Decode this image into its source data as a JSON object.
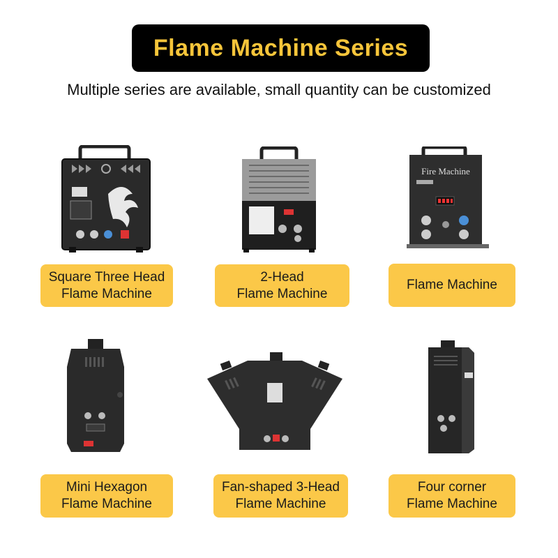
{
  "header": {
    "title": "Flame Machine Series",
    "subtitle": "Multiple series are available, small quantity can be customized"
  },
  "products": [
    {
      "label": "Square Three Head\nFlame Machine",
      "icon": "square-three-head-machine-icon"
    },
    {
      "label": "2-Head\nFlame Machine",
      "icon": "two-head-machine-icon"
    },
    {
      "label": "Flame Machine",
      "icon": "flame-machine-icon",
      "device_text": "Fire Machine"
    },
    {
      "label": "Mini Hexagon\nFlame Machine",
      "icon": "mini-hexagon-machine-icon"
    },
    {
      "label": "Fan-shaped 3-Head\nFlame Machine",
      "icon": "fan-shaped-machine-icon"
    },
    {
      "label": "Four corner\nFlame Machine",
      "icon": "four-corner-machine-icon"
    }
  ],
  "colors": {
    "title_bg": "#000000",
    "title_text": "#f7c53a",
    "label_bg": "#fbc848"
  }
}
